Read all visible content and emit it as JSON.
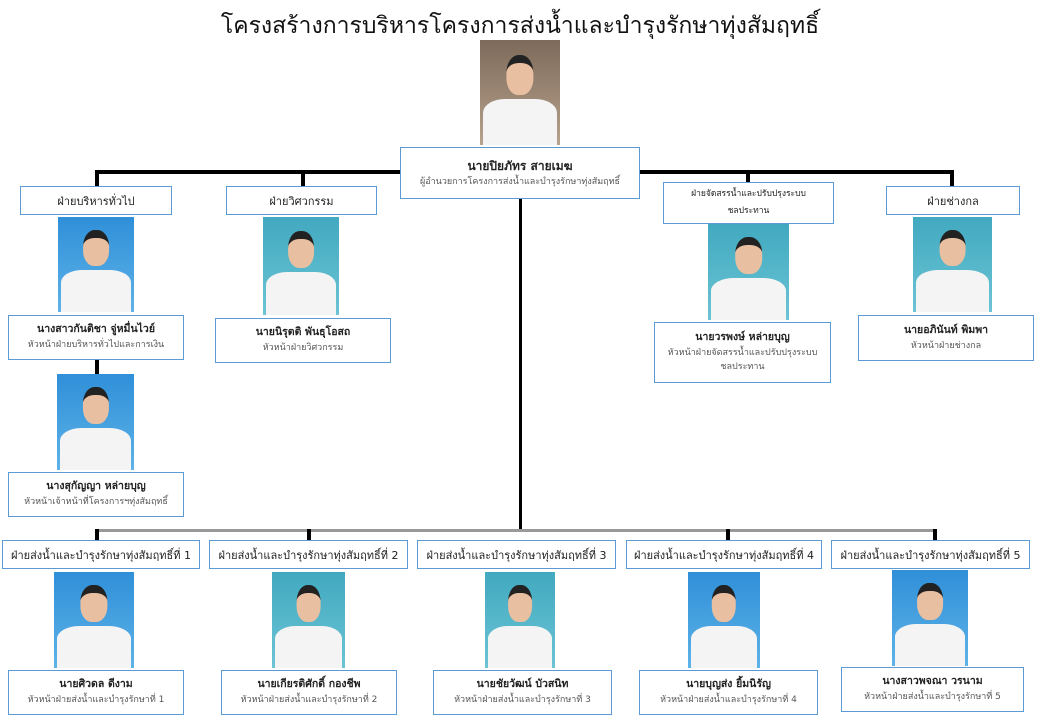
{
  "title": "โครงสร้างการบริหารโครงการส่งน้ำและบำรุงรักษาทุ่งสัมฤทธิ์",
  "director": {
    "name": "นายปิยภัทร สายเมฆ",
    "role": "ผู้อำนวยการโครงการส่งน้ำและบำรุงรักษาทุ่งสัมฤทธิ์"
  },
  "top_departments": [
    {
      "dept": "ฝ่ายบริหารทั่วไป",
      "name": "นางสาวกันติชา จู่หมื่นไวย์",
      "role": "หัวหน้าฝ่ายบริหารทั่วไปและการเงิน"
    },
    {
      "dept": "ฝ่ายวิศวกรรม",
      "name": "นายนิรุตติ พันธุโอสถ",
      "role": "หัวหน้าฝ่ายวิศวกรรม"
    },
    {
      "dept": "ฝ่ายจัดสรรน้ำและปรับปรุงระบบชลประทาน",
      "name": "นายวรพงษ์ หล่ายบุญ",
      "role": "หัวหน้าฝ่ายจัดสรรน้ำและปรับปรุงระบบชลประทาน"
    },
    {
      "dept": "ฝ่ายช่างกล",
      "name": "นายอภินันท์ พิมพา",
      "role": "หัวหน้าฝ่ายช่างกล"
    }
  ],
  "sub_staff": {
    "name": "นางสุกัญญา หล่ายบุญ",
    "role": "หัวหน้าเจ้าหน้าที่โครงการฯทุ่งสัมฤทธิ์"
  },
  "bottom_departments": [
    {
      "dept": "ฝ่ายส่งน้ำและบำรุงรักษาทุ่งสัมฤทธิ์ที่ 1",
      "name": "นายศิวดล ดีงาม",
      "role": "หัวหน้าฝ่ายส่งน้ำและบำรุงรักษาที่ 1"
    },
    {
      "dept": "ฝ่ายส่งน้ำและบำรุงรักษาทุ่งสัมฤทธิ์ที่ 2",
      "name": "นายเกียรติศักดิ์ กองชีพ",
      "role": "หัวหน้าฝ่ายส่งน้ำและบำรุงรักษาที่ 2"
    },
    {
      "dept": "ฝ่ายส่งน้ำและบำรุงรักษาทุ่งสัมฤทธิ์ที่ 3",
      "name": "นายชัยวัฒน์ บัวสนิท",
      "role": "หัวหน้าฝ่ายส่งน้ำและบำรุงรักษาที่ 3"
    },
    {
      "dept": "ฝ่ายส่งน้ำและบำรุงรักษาทุ่งสัมฤทธิ์ที่ 4",
      "name": "นายบุญส่ง ยิ้มนิรัญ",
      "role": "หัวหน้าฝ่ายส่งน้ำและบำรุงรักษาที่ 4"
    },
    {
      "dept": "ฝ่ายส่งน้ำและบำรุงรักษาทุ่งสัมฤทธิ์ที่ 5",
      "name": "นางสาวพจณา วรนาม",
      "role": "หัวหน้าฝ่ายส่งน้ำและบำรุงรักษาที่ 5"
    }
  ]
}
